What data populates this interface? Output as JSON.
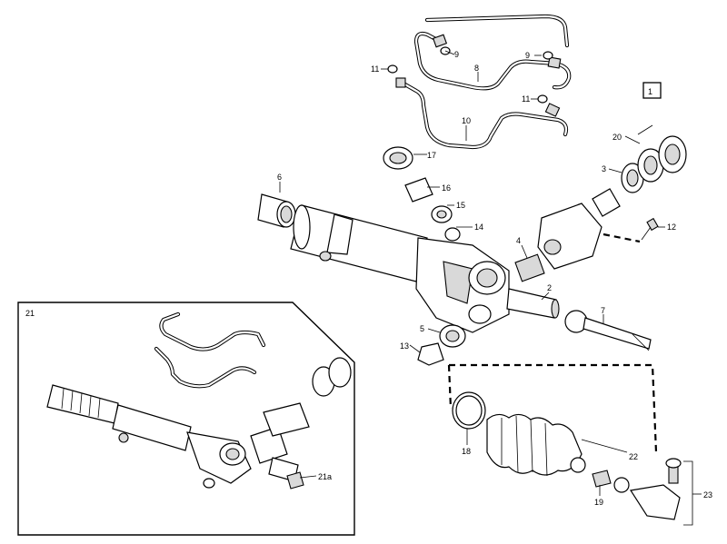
{
  "diagram": {
    "labels": {
      "box": "1",
      "l2": "2",
      "l3": "3",
      "l4": "4",
      "l5": "5",
      "l6": "6",
      "l7": "7",
      "l8": "8",
      "l9a": "9",
      "l9b": "9",
      "l10": "10",
      "l11a": "11",
      "l11b": "11",
      "l12": "12",
      "l13": "13",
      "l14": "14",
      "l15": "15",
      "l16": "16",
      "l17": "17",
      "l18": "18",
      "l19": "19",
      "l20": "20",
      "l21": "21",
      "l21a": "21a",
      "l22": "22",
      "l23": "23"
    }
  }
}
